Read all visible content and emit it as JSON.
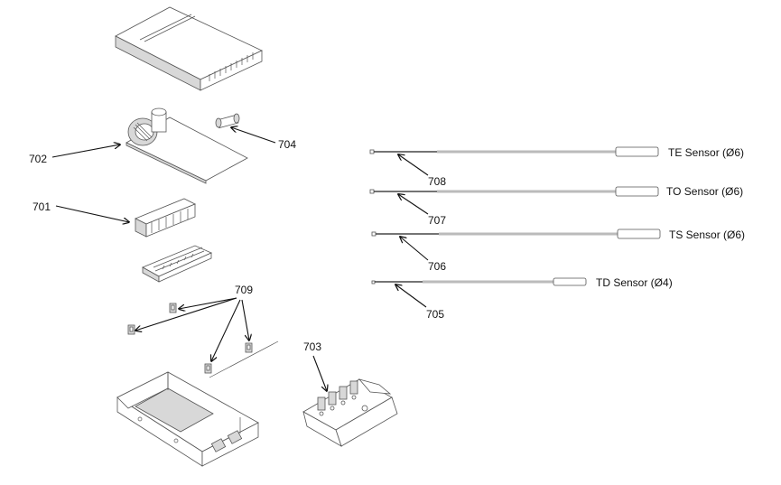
{
  "callouts": {
    "c701": "701",
    "c702": "702",
    "c703": "703",
    "c704": "704",
    "c705": "705",
    "c706": "706",
    "c707": "707",
    "c708": "708",
    "c709": "709"
  },
  "sensors": [
    {
      "label": "TE Sensor (Ø6)",
      "part": "708"
    },
    {
      "label": "TO Sensor (Ø6)",
      "part": "707"
    },
    {
      "label": "TS Sensor (Ø6)",
      "part": "706"
    },
    {
      "label": "TD Sensor (Ø4)",
      "part": "705"
    }
  ]
}
